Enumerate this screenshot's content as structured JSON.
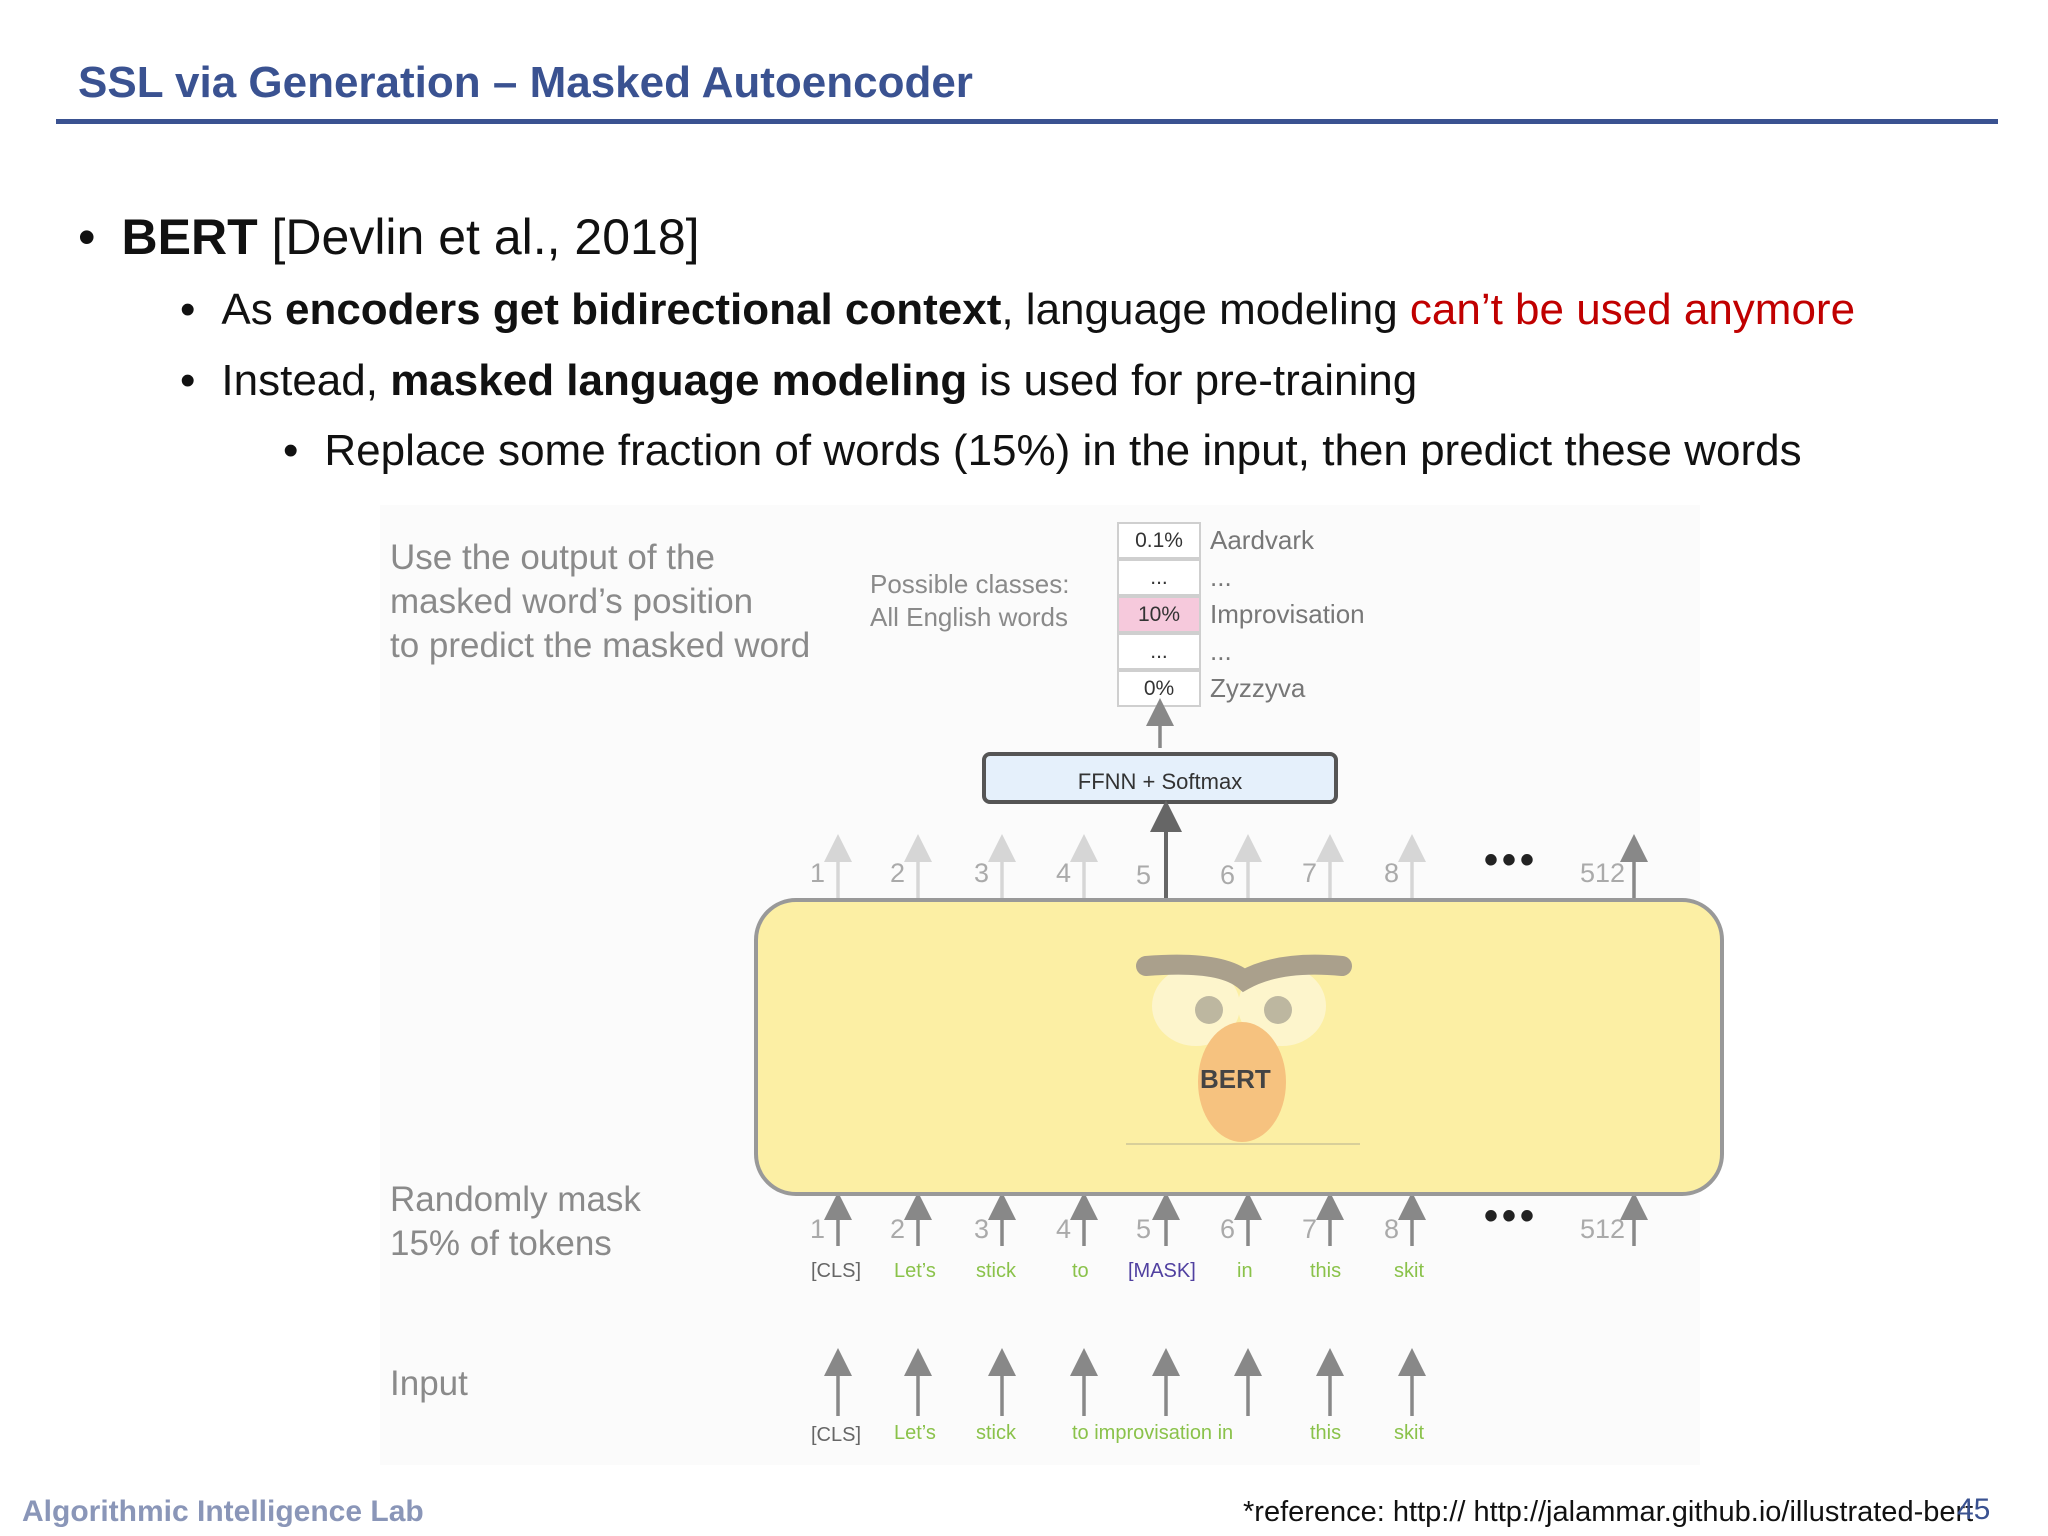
{
  "slide": {
    "title": "SSL via Generation – Masked Autoencoder",
    "bullets": {
      "l1": {
        "bold": "BERT",
        "rest": " [Devlin et al., 2018]"
      },
      "l2a": {
        "pre": "As ",
        "bold": "encoders get bidirectional context",
        "mid": ", language modeling ",
        "red": "can’t be used anymore"
      },
      "l2b": {
        "pre": "Instead, ",
        "bold": "masked language modeling",
        "post": " is used for pre-training"
      },
      "l3": {
        "text": "Replace some fraction of words (15%) in the input, then predict these words"
      }
    },
    "bullet_char": "•",
    "footer": {
      "lab": "Algorithmic Intelligence Lab",
      "reference": "*reference: http:// http://jalammar.github.io/illustrated-bert",
      "page": "45"
    }
  },
  "diagram": {
    "output_note": [
      "Use the output of the",
      "masked word’s position",
      "to predict the masked word"
    ],
    "classes_note": [
      "Possible classes:",
      "All English words"
    ],
    "probs": [
      {
        "p": "0.1%",
        "word": "Aardvark",
        "highlight": false
      },
      {
        "p": "...",
        "word": "...",
        "highlight": false
      },
      {
        "p": "10%",
        "word": "Improvisation",
        "highlight": true
      },
      {
        "p": "...",
        "word": "...",
        "highlight": false
      },
      {
        "p": "0%",
        "word": "Zyzzyva",
        "highlight": false
      }
    ],
    "ffnn_label": "FFNN + Softmax",
    "bert_label": "BERT",
    "mask_note": [
      "Randomly mask",
      "15% of tokens"
    ],
    "input_label": "Input",
    "positions": [
      "1",
      "2",
      "3",
      "4",
      "5",
      "6",
      "7",
      "8"
    ],
    "last_position": "512",
    "ellipsis": "•••",
    "masked_tokens": [
      "[CLS]",
      "Let’s",
      "stick",
      "to",
      "[MASK]",
      "in",
      "this",
      "skit"
    ],
    "input_tokens": [
      "[CLS]",
      "Let’s",
      "stick",
      "to improvisation in",
      "this",
      "skit"
    ],
    "colors": {
      "token_green": "#8ac24a",
      "mask_purple": "#5040a0",
      "box_yellow": "#fcefa4",
      "highlight_pink": "#f6c9dc",
      "ffnn_blue": "#e5f0fb"
    }
  }
}
